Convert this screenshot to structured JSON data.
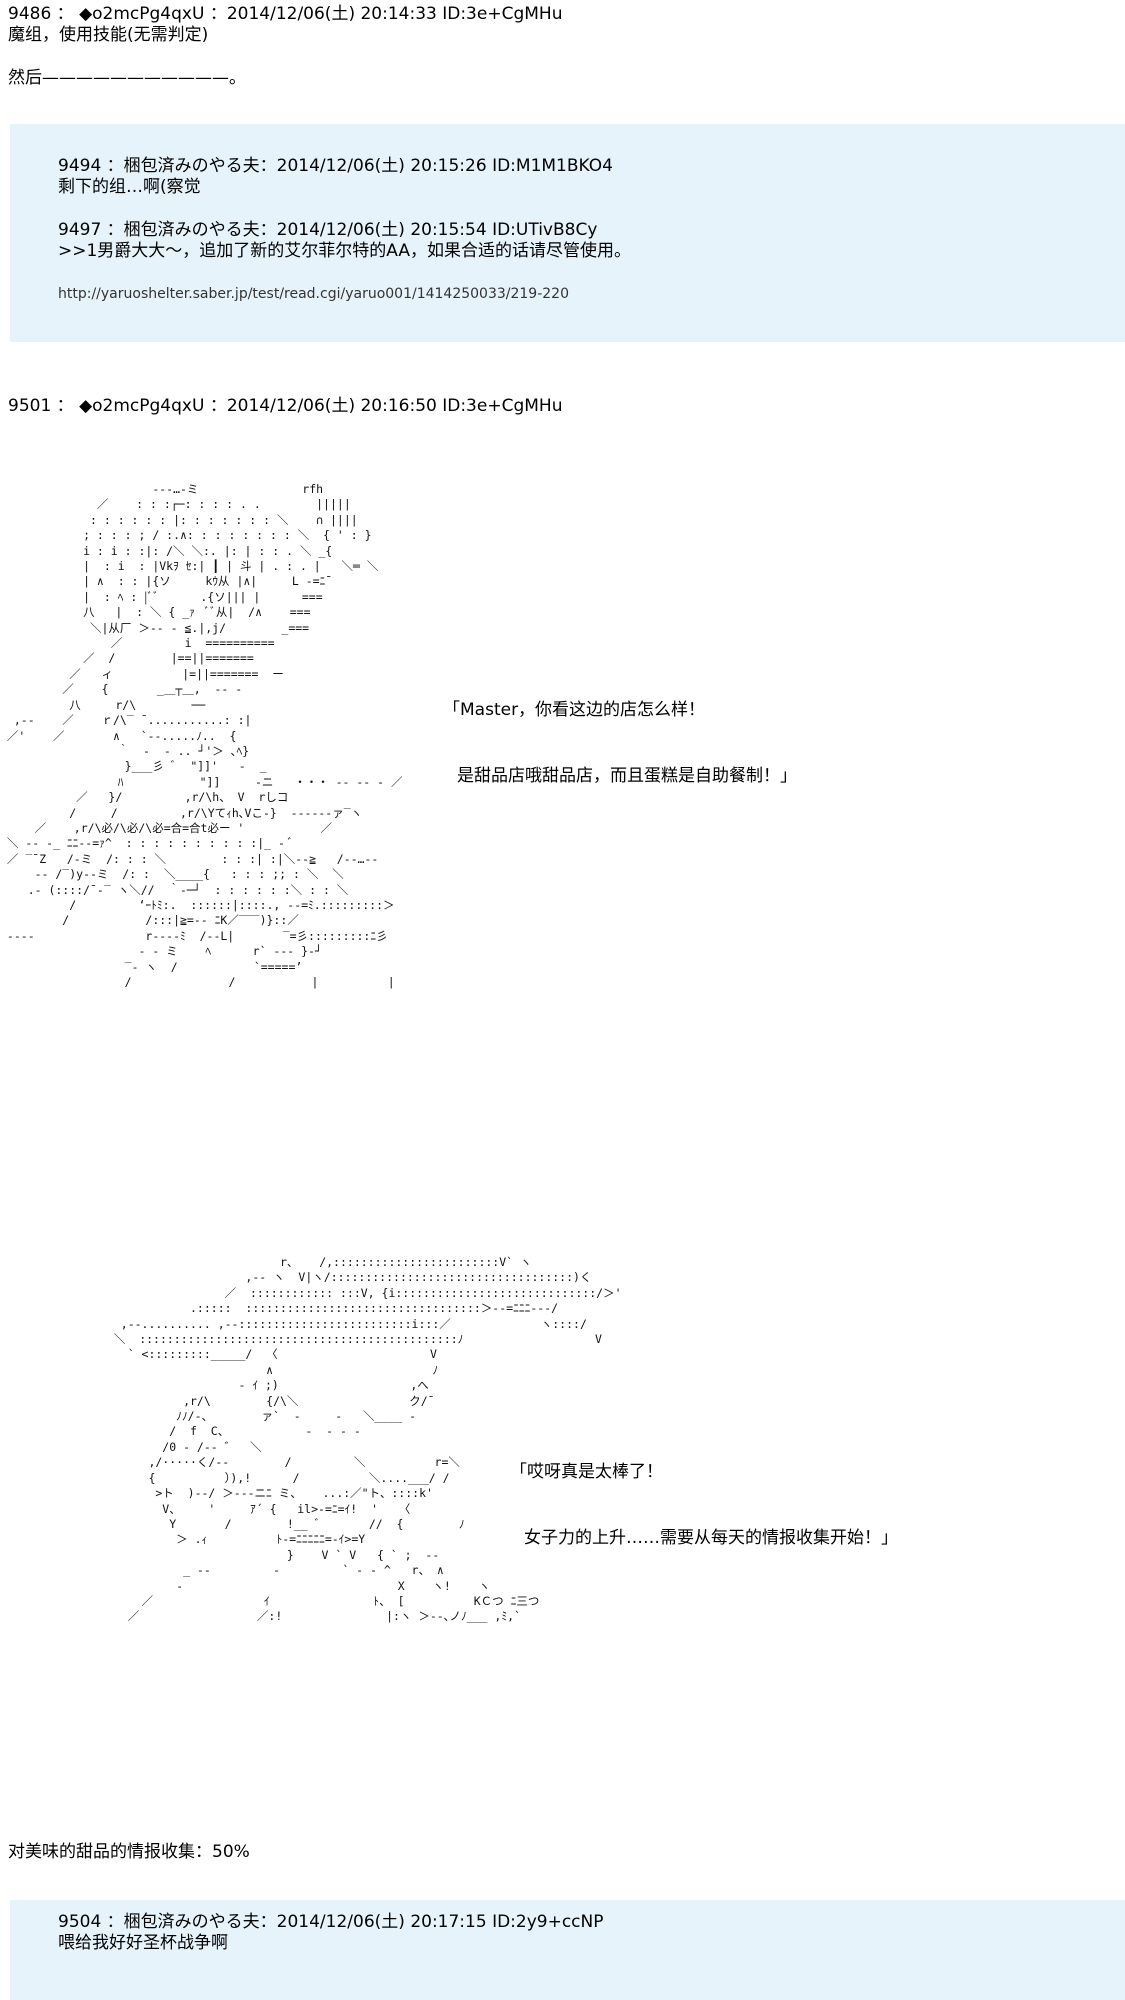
{
  "post_9486": {
    "header": "9486 ： ◆o2mcPg4qxU ：2014/12/06(土) 20:14:33 ID:3e+CgMHu",
    "line1": "魔组，使用技能(无需判定)",
    "line2": "然后———————————。"
  },
  "quote_block_1": {
    "reply_9494_header": "9494 ：梱包済みのやる夫：2014/12/06(土) 20:15:26 ID:M1M1BKO4",
    "reply_9494_body": "剩下的组…啊(察觉",
    "reply_9497_header": "9497 ：梱包済みのやる夫：2014/12/06(土) 20:15:54 ID:UTivB8Cy",
    "reply_9497_body": ">>1男爵大大～，追加了新的艾尔菲尔特的AA，如果合适的话请尽管使用。",
    "url": "http://yaruoshelter.saber.jp/test/read.cgi/yaruo001/1414250033/219-220"
  },
  "post_9501": {
    "header": "9501 ： ◆o2mcPg4qxU ：2014/12/06(土) 20:16:50 ID:3e+CgMHu",
    "speech_1_line1": "「Master，你看这边的店怎么样！",
    "speech_1_line2": "是甜品店哦甜品店，而且蛋糕是自助餐制！」",
    "speech_2_line1": "「哎呀真是太棒了！",
    "speech_2_line2": "女子力的上升……需要从每天的情报收集开始！」",
    "footer": "对美味的甜品的情报收集：50%"
  },
  "quote_block_2": {
    "reply_9504_header": "9504 ：梱包済みのやる夫：2014/12/06(土) 20:17:15 ID:2y9+ccNP",
    "reply_9504_body": "喂给我好好圣杯战争啊"
  }
}
